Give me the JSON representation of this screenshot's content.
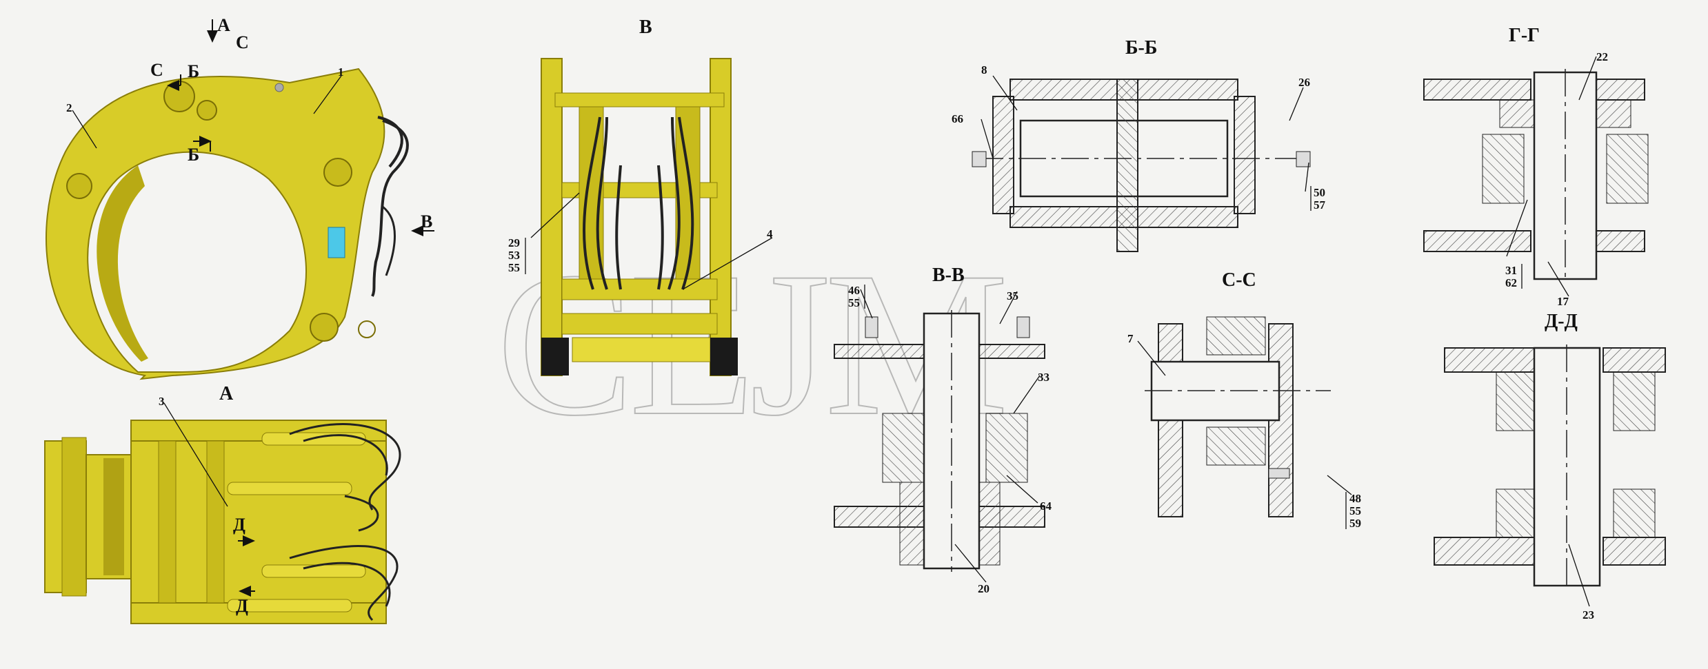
{
  "sections": {
    "A": "А",
    "V": "В",
    "BB": "Б-Б",
    "GG": "Г-Г",
    "VV": "В-В",
    "CC": "С-С",
    "DD": "Д-Д"
  },
  "markers": {
    "a": "А",
    "c": "С",
    "b": "Б",
    "v": "В",
    "d": "Д"
  },
  "parts": {
    "p1": "1",
    "p2": "2",
    "p3": "3",
    "p4": "4",
    "p7": "7",
    "p8": "8",
    "p17": "17",
    "p20": "20",
    "p22": "22",
    "p23": "23",
    "p26": "26",
    "p33": "33",
    "p35": "35",
    "p64": "64",
    "p66": "66",
    "g29": "29",
    "g53": "53",
    "g55": "55",
    "g46": "46",
    "g55b": "55",
    "g50": "50",
    "g57": "57",
    "g31": "31",
    "g62": "62",
    "g48": "48",
    "g55c": "55",
    "g59": "59"
  },
  "watermark": "CEJM",
  "colors": {
    "yellow": "#d8cc28",
    "yellow_dark": "#a89a10",
    "cyan": "#4cc8e8",
    "hatch": "#333333"
  }
}
